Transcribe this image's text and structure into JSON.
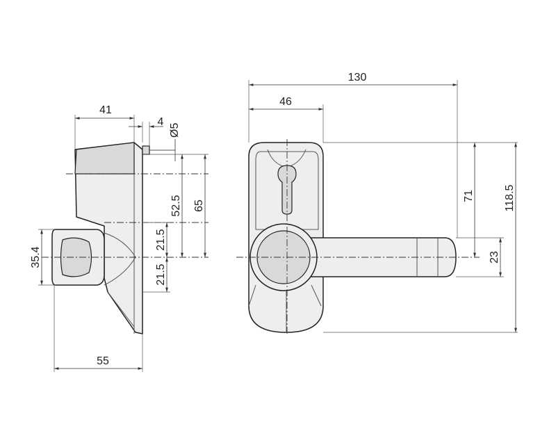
{
  "dimensions": {
    "side_view": {
      "depth_top": "41",
      "pin_length": "4",
      "pin_diameter": "Ø5",
      "height_upper": "52.5",
      "height_total": "65",
      "offset_upper": "21.5",
      "offset_lower": "21.5",
      "handle_height": "35.4",
      "depth_bottom": "55"
    },
    "front_view": {
      "total_width": "130",
      "plate_width": "46",
      "lever_to_top": "71",
      "total_height": "118.5",
      "lever_width": "23"
    }
  },
  "colors": {
    "outline": "#222222",
    "fill": "#eeeeee",
    "dimension": "#333333"
  }
}
